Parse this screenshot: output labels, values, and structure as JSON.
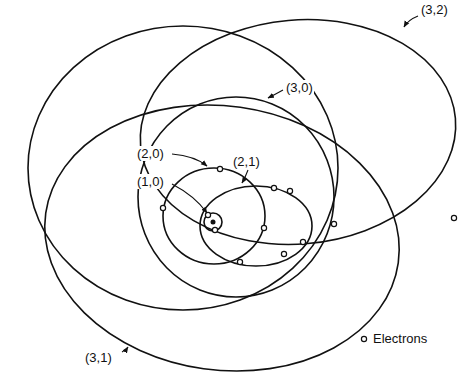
{
  "diagram": {
    "labels": [
      "(3,2)",
      "(3,0)",
      "(2,0)",
      "(1,0)",
      "(2,1)",
      "(3,1)"
    ],
    "legend": [
      {
        "text": "Electrons"
      }
    ]
  }
}
